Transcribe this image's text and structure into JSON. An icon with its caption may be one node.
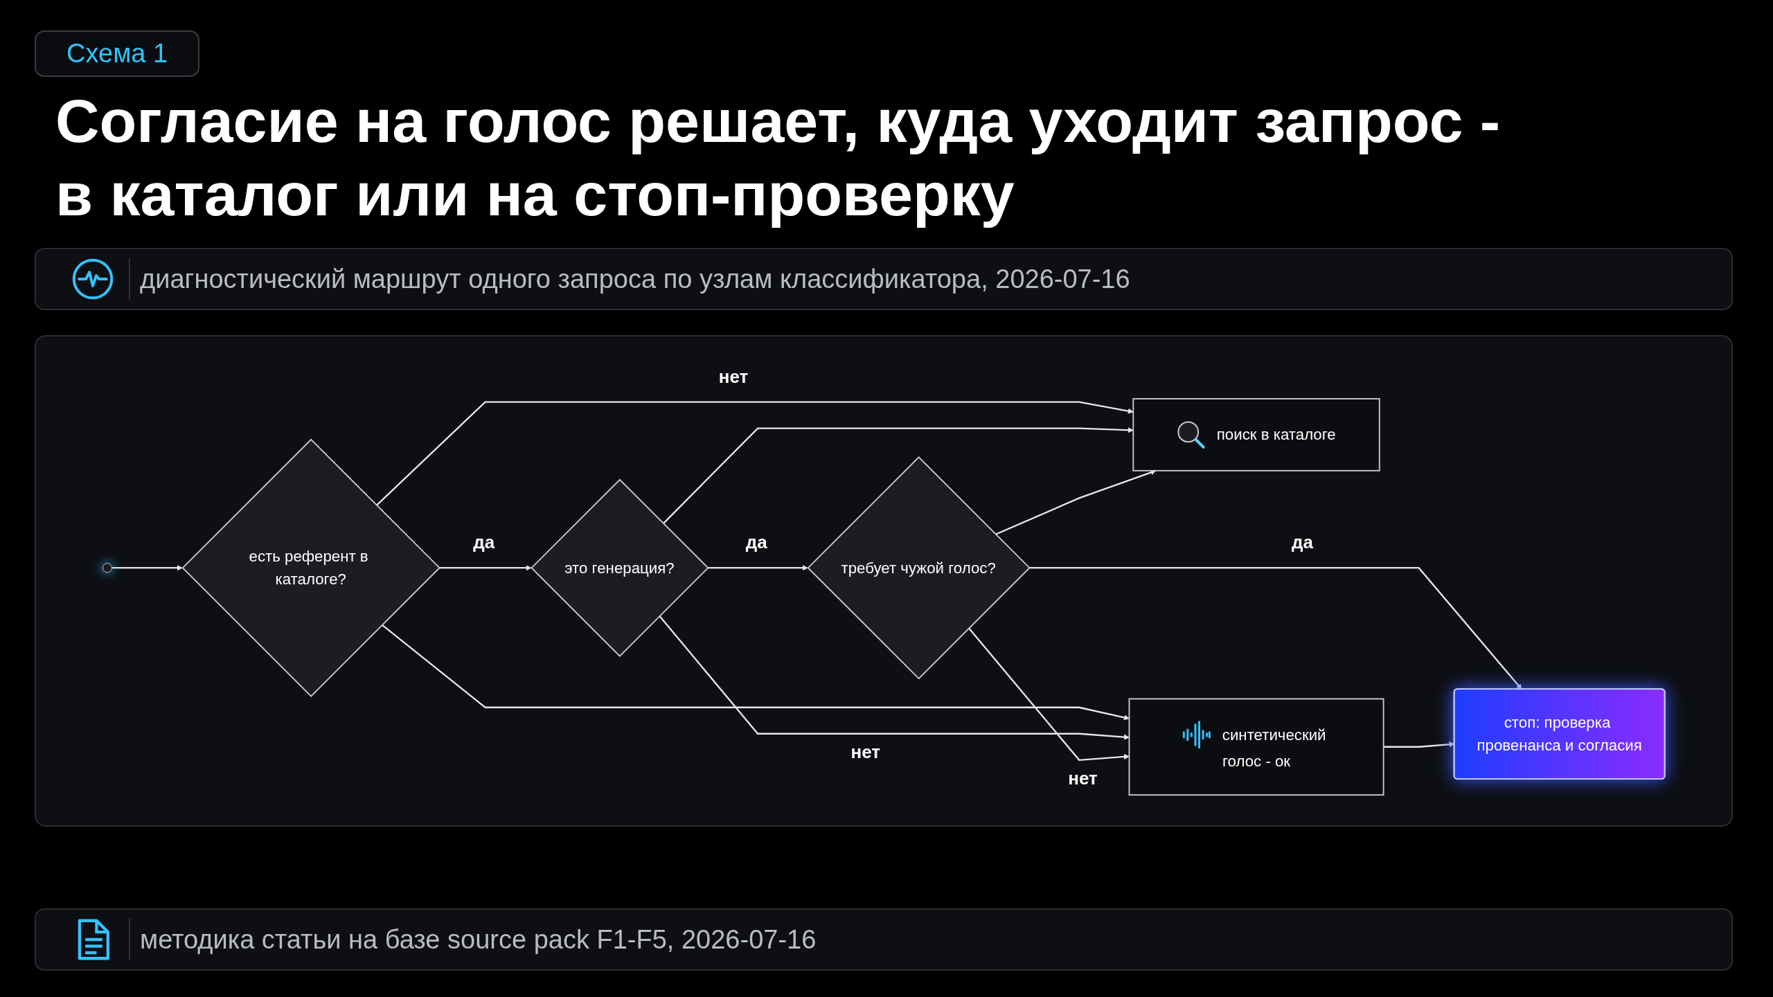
{
  "diagram": {
    "title": "Согласие на голос решает, куда уходит запрос - в каталог или на стоп-проверку",
    "caption": "методика статьи на базе source pack F1-F5, 2026-07-16",
    "nodes": [
      {
        "text": [],
        "shape": "circle"
      },
      {
        "text": [
          "есть референт в каталоге?"
        ]
      },
      {
        "text": [
          "это генерация?"
        ]
      },
      {
        "text": [
          "требует чужой голос?"
        ]
      },
      {
        "text": [
          "стоп: проверка провенанса и согласия"
        ]
      },
      {
        "text": [
          "поиск в каталоге"
        ]
      },
      {
        "text": [
          "синтетический голос - ок"
        ]
      }
    ],
    "edges": [
      {
        "from": 0,
        "to": 1,
        "arrow": "to"
      },
      {
        "from": 1,
        "to": 2,
        "arrow": "to",
        "label": "да"
      },
      {
        "from": 2,
        "to": 3,
        "arrow": "to",
        "label": "да"
      },
      {
        "from": 3,
        "to": 4,
        "arrow": "to",
        "label": "да"
      },
      {
        "from": 1,
        "to": 5,
        "arrow": "to",
        "label": "нет"
      },
      {
        "from": 1,
        "to": 6,
        "arrow": "to"
      },
      {
        "from": 2,
        "to": 5,
        "arrow": "to"
      },
      {
        "from": 2,
        "to": 6,
        "arrow": "to",
        "label": "нет"
      },
      {
        "from": 3,
        "to": 5,
        "arrow": "to"
      },
      {
        "from": 3,
        "to": 6,
        "arrow": "to",
        "label": "нет"
      },
      {
        "from": 6,
        "to": 4,
        "arrow": "to"
      }
    ],
    "labels": [
      "Схема 1",
      "диагностический маршрут одного запроса по узлам классификатора, 2026-07-16"
    ]
  }
}
